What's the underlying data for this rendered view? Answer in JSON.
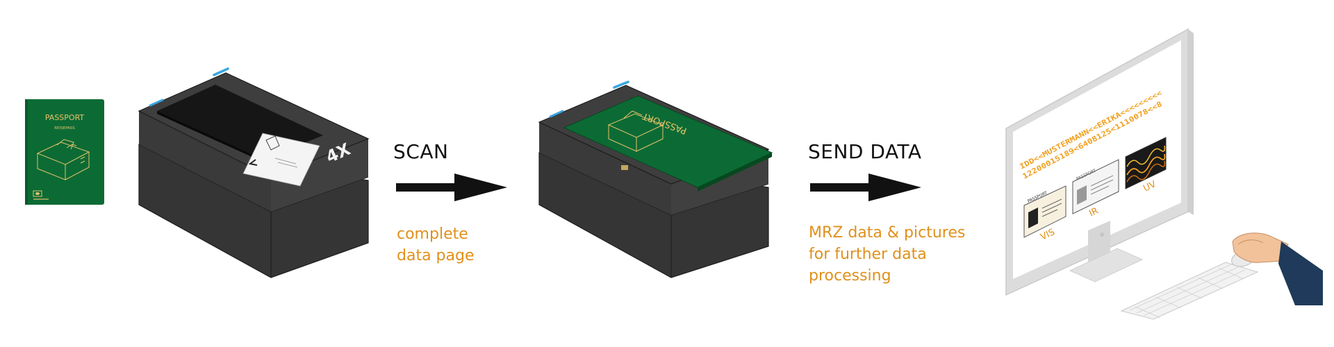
{
  "passport": {
    "title": "PASSPORT",
    "subtitle": "REISEPASS"
  },
  "steps": {
    "scan": {
      "label": "SCAN",
      "caption_lines": [
        "complete",
        "data page"
      ]
    },
    "send": {
      "label": "SEND DATA",
      "caption_lines": [
        "MRZ data & pictures",
        "for further data",
        "processing"
      ]
    }
  },
  "scanner": {
    "brand": "4X",
    "passport_title": "PASSPORT"
  },
  "monitor": {
    "mrz_line_1": "IDD<<MUSTERMANN<<ERIKA<<<<<<<<<",
    "mrz_line_2": "12200015189<6408125<1110078<<8",
    "images": [
      {
        "label": "VIS"
      },
      {
        "label": "IR"
      },
      {
        "label": "UV"
      }
    ],
    "card_title": "PASSPORT"
  },
  "colors": {
    "passport_green": "#0c6b35",
    "scanner_body": "#3b3b3b",
    "scanner_dark": "#2a2a2a",
    "accent_blue": "#3aa6e0",
    "caption_orange": "#e0901c",
    "mrz_orange": "#f0a020",
    "monitor_gray": "#dedede",
    "skin": "#f2c29a",
    "sleeve": "#1f3a5a"
  }
}
